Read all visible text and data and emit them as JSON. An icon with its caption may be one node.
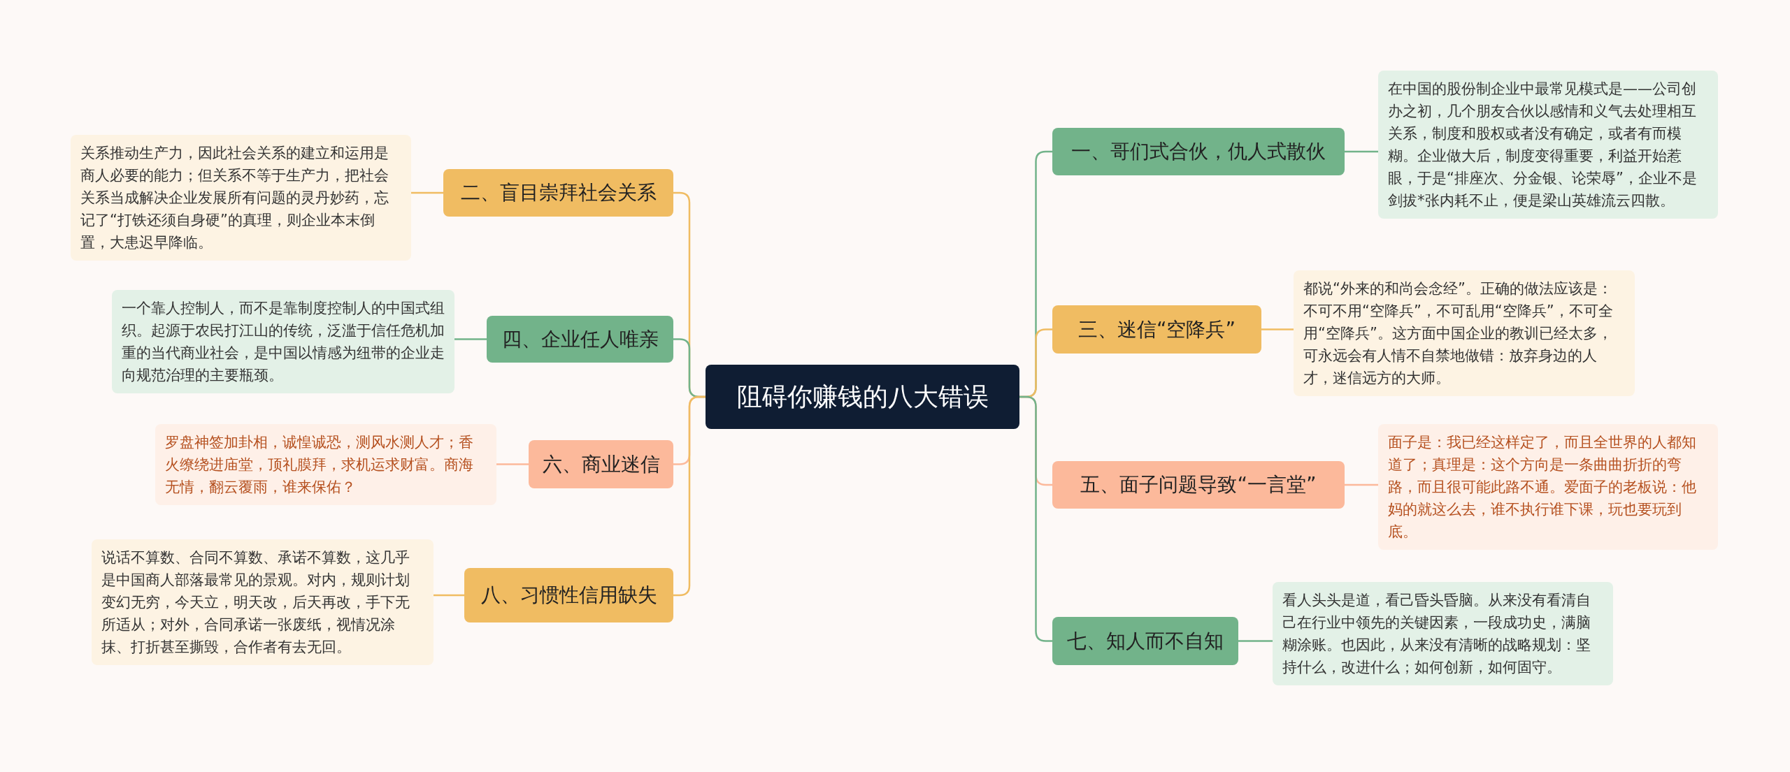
{
  "diagram": {
    "nodes": [
      {
        "text": [
          "阻碍你赚钱的八大错误"
        ]
      },
      {
        "text": [
          "一、哥们式合伙，仇人式散伙"
        ]
      },
      {
        "text": [
          "在中国的股份制企业中最常见模式是——公司创办之初，几个朋友合伙以感情和义气去处理相互关系，制度和股权或者没有确定，或者有而模糊。企业做大后，制度变得重要，利益开始惹眼，于是“排座次、分金银、论荣辱”，企业不是剑拔*张内耗不止，便是梁山英雄流云四散。"
        ]
      },
      {
        "text": [
          "二、盲目崇拜社会关系"
        ]
      },
      {
        "text": [
          "关系推动生产力，因此社会关系的建立和运用是商人必要的能力；但关系不等于生产力，把社会关系当成解决企业发展所有问题的灵丹妙药，忘记了“打铁还须自身硬”的真理，则企业本末倒置，大患迟早降临。"
        ]
      },
      {
        "text": [
          "三、迷信“空降兵”"
        ]
      },
      {
        "text": [
          "都说“外来的和尚会念经”。正确的做法应该是：不可不用“空降兵”，不可乱用“空降兵”，不可全用“空降兵”。这方面中国企业的教训已经太多，可永远会有人情不自禁地做错：放弃身边的人才，迷信远方的大师。"
        ]
      },
      {
        "text": [
          "四、企业任人唯亲"
        ]
      },
      {
        "text": [
          "一个靠人控制人，而不是靠制度控制人的中国式组织。起源于农民打江山的传统，泛滥于信任危机加重的当代商业社会，是中国以情感为纽带的企业走向规范治理的主要瓶颈。"
        ]
      },
      {
        "text": [
          "五、面子问题导致“一言堂”"
        ]
      },
      {
        "text": [
          "面子是：我已经这样定了，而且全世界的人都知道了；真理是：这个方向是一条曲曲折折的弯路，而且很可能此路不通。爱面子的老板说：他妈的就这么去，谁不执行谁下课，玩也要玩到底。"
        ]
      },
      {
        "text": [
          "六、商业迷信"
        ]
      },
      {
        "text": [
          "罗盘神签加卦相，诚惶诚恐，测风水测人才；香火缭绕进庙堂，顶礼膜拜，求机运求财富。商海无情，翻云覆雨，谁来保佑？"
        ]
      },
      {
        "text": [
          "七、知人而不自知"
        ]
      },
      {
        "text": [
          "看人头头是道，看己昏头昏脑。从来没有看清自己在行业中领先的关键因素，一段成功史，满脑糊涂账。也因此，从来没有清晰的战略规划：坚持什么，改进什么；如何创新，如何固守。"
        ]
      },
      {
        "text": [
          "八、习惯性信用缺失"
        ]
      },
      {
        "text": [
          "说话不算数、合同不算数、承诺不算数，这几乎是中国商人部落最常见的景观。对内，规则计划变幻无穷，今天立，明天改，后天再改，手下无所适从；对外，合同承诺一张废纸，视情况涂抹、打折甚至撕毁，合作者有去无回。"
        ]
      }
    ],
    "edges": [
      {
        "from": 0,
        "to": 1,
        "arrow": "none",
        "color": "#72b38a"
      },
      {
        "from": 1,
        "to": 2,
        "arrow": "none",
        "color": "#72b38a"
      },
      {
        "from": 0,
        "to": 3,
        "arrow": "none",
        "color": "#f0bc62"
      },
      {
        "from": 3,
        "to": 4,
        "arrow": "none",
        "color": "#f0bc62"
      },
      {
        "from": 0,
        "to": 5,
        "arrow": "none",
        "color": "#f0bc62"
      },
      {
        "from": 5,
        "to": 6,
        "arrow": "none",
        "color": "#f0bc62"
      },
      {
        "from": 0,
        "to": 7,
        "arrow": "none",
        "color": "#72b38a"
      },
      {
        "from": 7,
        "to": 8,
        "arrow": "none",
        "color": "#72b38a"
      },
      {
        "from": 0,
        "to": 9,
        "arrow": "none",
        "color": "#fcb99b"
      },
      {
        "from": 9,
        "to": 10,
        "arrow": "none",
        "color": "#fcb99b"
      },
      {
        "from": 0,
        "to": 11,
        "arrow": "none",
        "color": "#fcb99b"
      },
      {
        "from": 11,
        "to": 12,
        "arrow": "none",
        "color": "#fcb99b"
      },
      {
        "from": 0,
        "to": 13,
        "arrow": "none",
        "color": "#72b38a"
      },
      {
        "from": 13,
        "to": 14,
        "arrow": "none",
        "color": "#72b38a"
      },
      {
        "from": 0,
        "to": 15,
        "arrow": "none",
        "color": "#f0bc62"
      },
      {
        "from": 15,
        "to": 16,
        "arrow": "none",
        "color": "#f0bc62"
      }
    ]
  }
}
